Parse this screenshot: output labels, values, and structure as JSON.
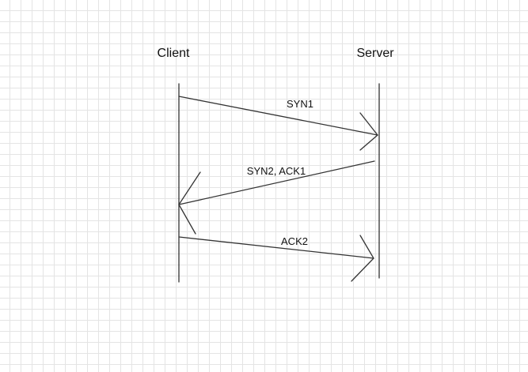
{
  "actors": {
    "client": "Client",
    "server": "Server"
  },
  "messages": [
    {
      "label": "SYN1",
      "from": "client",
      "to": "server"
    },
    {
      "label": "SYN2, ACK1",
      "from": "server",
      "to": "client"
    },
    {
      "label": "ACK2",
      "from": "client",
      "to": "server"
    }
  ],
  "colors": {
    "line": "#333333",
    "grid": "#e4e4e4",
    "background": "#ffffff"
  }
}
